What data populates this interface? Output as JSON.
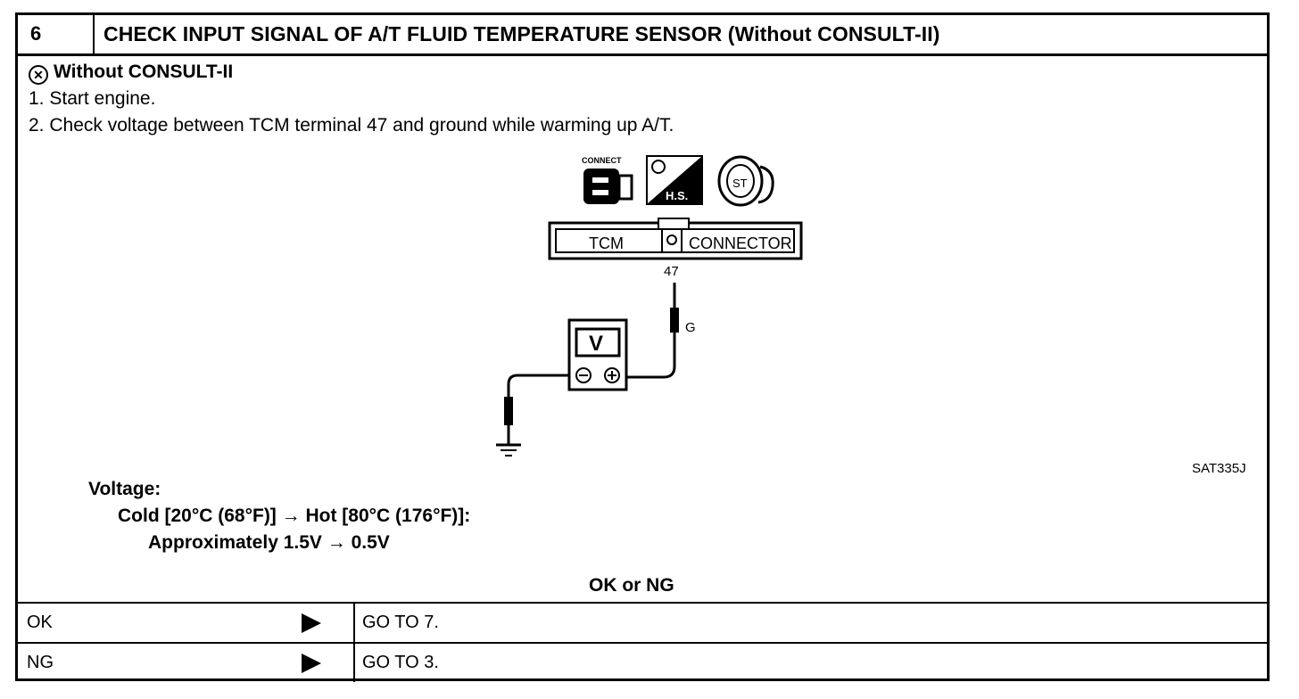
{
  "step": {
    "number": "6",
    "title": "CHECK INPUT SIGNAL OF A/T FLUID TEMPERATURE SENSOR (Without CONSULT-II)"
  },
  "procedure": {
    "mode_label": "Without CONSULT-II",
    "mode_icon": "no-consult-icon",
    "steps": [
      "1.  Start engine.",
      "2.  Check voltage between TCM terminal 47 and ground while warming up A/T."
    ]
  },
  "figure": {
    "icons": [
      "connect-icon",
      "hot-engine-icon",
      "ignition-start-icon"
    ],
    "connect_label": "CONNECT",
    "hs_label": "H.S.",
    "st_label": "ST",
    "connector_left": "TCM",
    "connector_right": "CONNECTOR",
    "terminal": "47",
    "wire_color": "G",
    "meter_label": "V",
    "figure_id": "SAT335J"
  },
  "spec": {
    "heading": "Voltage:",
    "condition": "Cold [20°C (68°F)] → Hot [80°C (176°F)]:",
    "value": "Approximately 1.5V → 0.5V"
  },
  "decision": {
    "label": "OK or NG",
    "rows": [
      {
        "result": "OK",
        "action": "GO TO 7."
      },
      {
        "result": "NG",
        "action": "GO TO 3."
      }
    ]
  }
}
